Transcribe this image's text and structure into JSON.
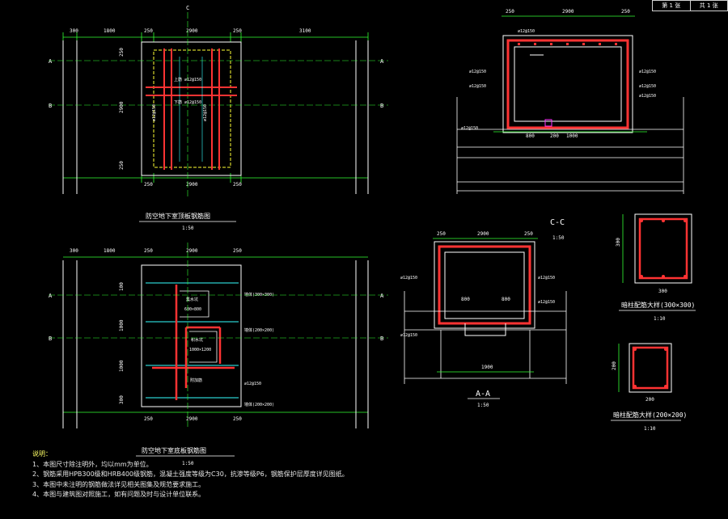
{
  "title_block": {
    "sheet": "第 1 张",
    "total": "共 1 张"
  },
  "plan_top": {
    "title": "防空地下室顶板钢筋图",
    "scale": "1:50",
    "top_dims": [
      "300",
      "1800",
      "250",
      "2900",
      "250",
      "3100"
    ],
    "bottom_dims": [
      "250",
      "2900",
      "250"
    ],
    "left_dims": [
      "250",
      "2900",
      "250"
    ],
    "axes": [
      "A",
      "B",
      "C"
    ],
    "labels": [
      "上筋 ⌀12@150",
      "下筋 ⌀12@150",
      "⌀12@150",
      "⌀12@150"
    ]
  },
  "plan_bottom": {
    "title": "防空地下室底板钢筋图",
    "scale": "1:50",
    "top_dims": [
      "300",
      "1800",
      "250",
      "2900",
      "250"
    ],
    "bottom_dims": [
      "250",
      "2900",
      "250"
    ],
    "left_dims": [
      "100",
      "1000",
      "1000",
      "300"
    ],
    "labels": [
      "集水坑",
      "600×800",
      "积水坑",
      "1000×1200",
      "墙体(300×300)",
      "墙体(200×200)",
      "墙体(200×200)",
      "附加筋",
      "⌀12@150"
    ]
  },
  "section_cc": {
    "title": "C-C",
    "scale": "1:50",
    "dims_top": [
      "250",
      "2900",
      "250"
    ],
    "dims_bottom": [
      "800",
      "200",
      "1000"
    ],
    "labels": [
      "⌀12@150",
      "⌀12@150",
      "⌀12@150",
      "⌀12@150",
      "⌀12@150",
      "⌀12@150",
      "⌀12@150"
    ]
  },
  "section_aa": {
    "title": "A-A",
    "scale": "1:50",
    "dims_top": [
      "250",
      "2900",
      "250"
    ],
    "dims_inner": [
      "800",
      "800"
    ],
    "dims_bottom": [
      "1900"
    ],
    "labels": [
      "⌀12@150",
      "⌀12@150",
      "⌀12@150",
      "⌀12@150"
    ]
  },
  "detail_1": {
    "title": "暗柱配筋大样(300×300)",
    "scale": "1:10",
    "dim": "300"
  },
  "detail_2": {
    "title": "暗柱配筋大样(200×200)",
    "scale": "1:10",
    "dim": "200"
  },
  "notes": {
    "heading": "说明：",
    "items": [
      "1、本图尺寸除注明外，均以mm为单位。",
      "2、钢筋采用HPB300级和HRB400级钢筋，混凝土强度等级为C30，抗渗等级P6，钢筋保护层厚度详见图纸。",
      "3、本图中未注明的钢筋做法详见相关图集及规范要求施工。",
      "4、本图与建筑图对照施工，如有问题及时与设计单位联系。"
    ]
  },
  "colors": {
    "line": "#ffffff",
    "rebar": "#ff3333",
    "dim": "#33ff33",
    "cyan": "#33ffff",
    "yellow": "#ffff33",
    "magenta": "#ff33ff"
  }
}
